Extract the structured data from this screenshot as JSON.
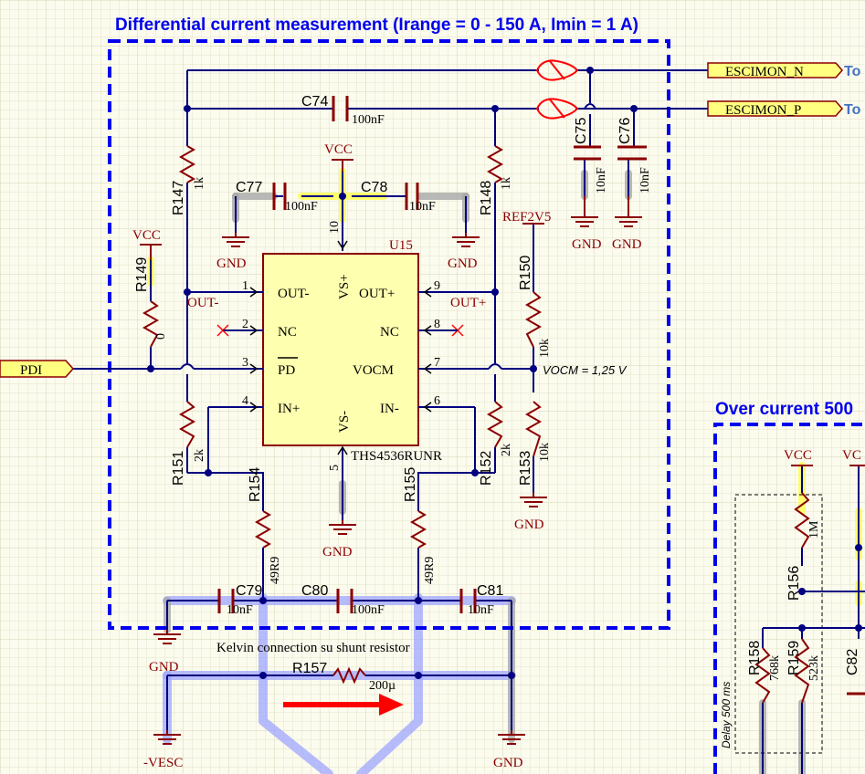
{
  "title": "Differential current measurement (Irange = 0 - 150 A, Imin = 1 A)",
  "title2": "Over current 500",
  "ports": {
    "escimon_n": "ESCIMON_N",
    "escimon_p": "ESCIMON_P",
    "pdi": "PDI",
    "to1": "To",
    "to2": "To"
  },
  "ic": {
    "ref": "U15",
    "part": "THS4536RUNR",
    "pins": {
      "outm": "OUT-",
      "nc_l": "NC",
      "pd": "PD",
      "inp": "IN+",
      "outp": "OUT+",
      "nc_r": "NC",
      "vocm": "VOCM",
      "inm": "IN-",
      "vsp": "VS+",
      "vsm": "VS-"
    },
    "pin_numbers": [
      "1",
      "2",
      "3",
      "4",
      "9",
      "8",
      "7",
      "6",
      "10",
      "5"
    ]
  },
  "components": {
    "c74": {
      "ref": "C74",
      "value": "100nF"
    },
    "c75": {
      "ref": "C75",
      "value": "10nF"
    },
    "c76": {
      "ref": "C76",
      "value": "10nF"
    },
    "c77": {
      "ref": "C77",
      "value": "100nF"
    },
    "c78": {
      "ref": "C78",
      "value": "10nF"
    },
    "c79": {
      "ref": "C79",
      "value": "10nF"
    },
    "c80": {
      "ref": "C80",
      "value": "100nF"
    },
    "c81": {
      "ref": "C81",
      "value": "10nF"
    },
    "c82": {
      "ref": "C82"
    },
    "r147": {
      "ref": "R147",
      "value": "1k"
    },
    "r148": {
      "ref": "R148",
      "value": "1k"
    },
    "r149": {
      "ref": "R149",
      "value": "0"
    },
    "r150": {
      "ref": "R150",
      "value": "10k"
    },
    "r151": {
      "ref": "R151",
      "value": "2k"
    },
    "r152": {
      "ref": "R152",
      "value": "2k"
    },
    "r153": {
      "ref": "R153",
      "value": "10k"
    },
    "r154": {
      "ref": "R154",
      "value": "49R9"
    },
    "r155": {
      "ref": "R155",
      "value": "49R9"
    },
    "r156": {
      "ref": "R156",
      "value": "1M"
    },
    "r157": {
      "ref": "R157",
      "value": "200µ"
    },
    "r158": {
      "ref": "R158",
      "value": "768k"
    },
    "r159": {
      "ref": "R159",
      "value": "523k"
    }
  },
  "power": {
    "vcc": "VCC",
    "gnd": "GND",
    "ref2v5": "REF2V5",
    "vesc": "-VESC",
    "vc_partial": "VC"
  },
  "net_labels": {
    "outm": "OUT-",
    "outp": "OUT+"
  },
  "annotations": {
    "vocm": "VOCM = 1,25 V",
    "kelvin": "Kelvin connection su shunt resistor",
    "delay": "Delay 500 ms"
  },
  "colors": {
    "wire": "#000080",
    "component": "#8b0000",
    "sheet_box": "#0000ee",
    "ic_fill": "#ffffb0",
    "port_fill": "#ffff80",
    "highlight_blue": "#7c84ff",
    "highlight_gray": "#a0a0a0",
    "highlight_yellow": "#ffff60",
    "arrow": "#ff0000"
  }
}
